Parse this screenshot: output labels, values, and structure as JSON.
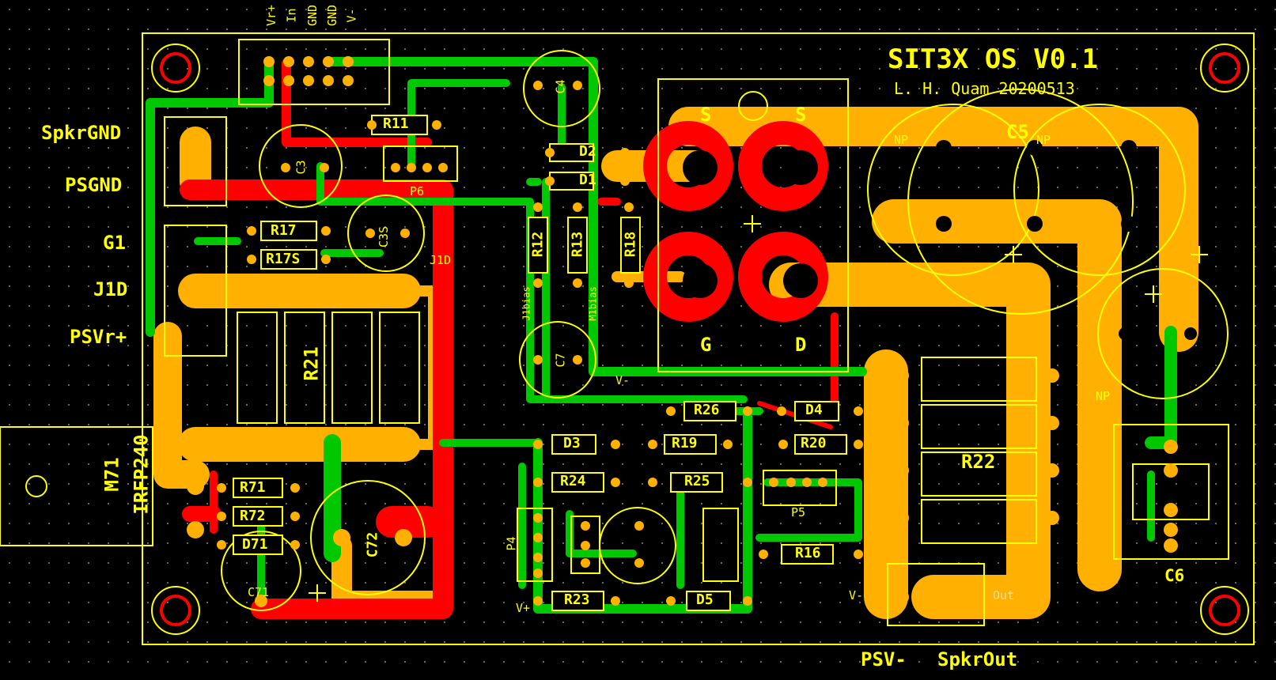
{
  "board": {
    "title": "SIT3X OS V0.1",
    "author_line": "L. H. Quam 20200513"
  },
  "header_pins": [
    "Vr+",
    "In",
    "GND",
    "GND",
    "V-"
  ],
  "edge_labels": {
    "spkr_gnd": "SpkrGND",
    "ps_gnd": "PSGND",
    "g1": "G1",
    "j1d": "J1D",
    "psvr_plus": "PSVr+",
    "psv_minus": "PSV-",
    "spkr_out": "SpkrOut"
  },
  "components": {
    "r11": "R11",
    "r17": "R17",
    "r17s": "R17S",
    "r21": "R21",
    "r71": "R71",
    "r72": "R72",
    "d71": "D71",
    "c71": "C71",
    "c72": "C72",
    "c3": "C3",
    "c3s": "C3S",
    "c4": "C4",
    "c7": "C7",
    "p6": "P6",
    "j1d_local": "J1D",
    "m71": "M71",
    "irfp": "IRFP240",
    "d1": "D1",
    "d2": "D2",
    "d3": "D3",
    "d4": "D4",
    "d5": "D5",
    "r12": "R12",
    "r13": "R13",
    "r18": "R18",
    "r19": "R19",
    "r20": "R20",
    "r16": "R16",
    "r23": "R23",
    "r24": "R24",
    "r25": "R25",
    "r26": "R26",
    "r22": "R22",
    "p4": "P4",
    "p5": "P5",
    "c5": "C5",
    "c6": "C6",
    "j1bias": "J1bias",
    "m1bias": "M1bias",
    "np1": "NP",
    "np2": "NP",
    "np3": "NP",
    "fet_s1": "S",
    "fet_s2": "S",
    "fet_g": "G",
    "fet_d": "D",
    "v_minus_net": "V-",
    "v_minus_side": "V-",
    "v_plus": "V+",
    "out": "Out"
  },
  "colors": {
    "background": "#000000",
    "silkscreen": "#ffff00",
    "top_copper": "#ff0000",
    "bottom_copper": "#00c800",
    "copper_pour": "#ffb000"
  }
}
